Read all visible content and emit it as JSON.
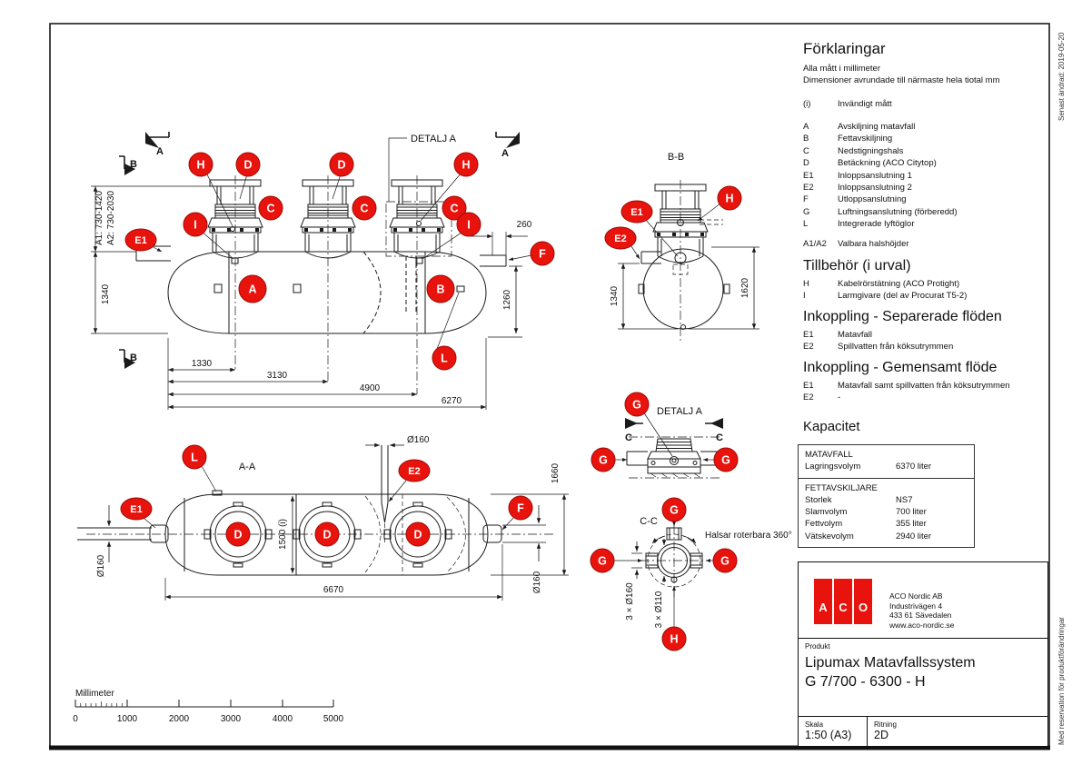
{
  "meta": {
    "accent_red": "#e8130c",
    "line_color": "#1a1a1a",
    "paper": "#ffffff"
  },
  "legend": {
    "title": "Förklaringar",
    "subtitle1": "Alla mått i millimeter",
    "subtitle2": "Dimensioner avrundade till närmaste hela tiotal mm",
    "items": [
      {
        "key": "(i)",
        "label": "Invändigt mått"
      },
      {
        "key": "A",
        "label": "Avskiljning matavfall"
      },
      {
        "key": "B",
        "label": "Fettavskiljning"
      },
      {
        "key": "C",
        "label": "Nedstigningshals"
      },
      {
        "key": "D",
        "label": "Betäckning (ACO Citytop)"
      },
      {
        "key": "E1",
        "label": "Inloppsanslutning 1"
      },
      {
        "key": "E2",
        "label": "Inloppsanslutning 2"
      },
      {
        "key": "F",
        "label": "Utloppsanslutning"
      },
      {
        "key": "G",
        "label": "Luftningsanslutning (förberedd)"
      },
      {
        "key": "L",
        "label": "Integrerade lyftöglor"
      },
      {
        "key": "A1/A2",
        "label": "Valbara halshöjder"
      }
    ]
  },
  "tillbehor": {
    "title": "Tillbehör (i urval)",
    "items": [
      {
        "key": "H",
        "label": "Kabelrörstätning (ACO Protight)"
      },
      {
        "key": "I",
        "label": "Larmgivare (del av Procurat T5-2)"
      }
    ]
  },
  "inkoppling_sep": {
    "title": "Inkoppling - Separerade flöden",
    "items": [
      {
        "key": "E1",
        "label": "Matavfall"
      },
      {
        "key": "E2",
        "label": "Spillvatten från köksutrymmen"
      }
    ]
  },
  "inkoppling_gem": {
    "title": "Inkoppling - Gemensamt flöde",
    "items": [
      {
        "key": "E1",
        "label": "Matavfall samt spillvatten från köksutrymmen"
      },
      {
        "key": "E2",
        "label": "-"
      }
    ]
  },
  "kapacitet": {
    "title": "Kapacitet",
    "matavfall_header": "MATAVFALL",
    "matavfall_rows": [
      {
        "label": "Lagringsvolym",
        "value": "6370 liter"
      }
    ],
    "fett_header": "FETTAVSKILJARE",
    "fett_rows": [
      {
        "label": "Storlek",
        "value": "NS7"
      },
      {
        "label": "Slamvolym",
        "value": "700 liter"
      },
      {
        "label": "Fettvolym",
        "value": "355 liter"
      },
      {
        "label": "Vätskevolym",
        "value": "2940 liter"
      }
    ]
  },
  "titleblock": {
    "logo_letters": [
      "A",
      "C",
      "O"
    ],
    "company": [
      "ACO Nordic AB",
      "Industrivägen 4",
      "433 61  Sävedalen",
      "www.aco-nordic.se"
    ],
    "produkt_label": "Produkt",
    "product_line1": "Lipumax Matavfallssystem",
    "product_line2": "G 7/700 - 6300 - H",
    "skala_label": "Skala",
    "skala_value": "1:50 (A3)",
    "ritning_label": "Ritning",
    "ritning_value": "2D"
  },
  "margins": {
    "top_right": "Senast ändrad: 2019-05-20",
    "bottom_right": "Med reservation för produktförändringar"
  },
  "scalebar": {
    "title": "Millimeter",
    "ticks": [
      "0",
      "1000",
      "2000",
      "3000",
      "4000",
      "5000"
    ]
  },
  "drawing": {
    "titles": {
      "detalj_a": "DETALJ A",
      "bb": "B-B",
      "aa": "A-A",
      "cc": "C-C",
      "halsar": "Halsar roterbara 360°"
    },
    "sections": {
      "a": "A",
      "b": "B",
      "c": "C"
    },
    "callouts": {
      "a": "A",
      "b": "B",
      "c": "C",
      "d": "D",
      "e1": "E1",
      "e2": "E2",
      "f": "F",
      "g": "G",
      "h": "H",
      "i": "I",
      "l": "L"
    },
    "dims": {
      "a1": "A1: 730-1420",
      "a2": "A2: 730-2030",
      "h1340": "1340",
      "len1330": "1330",
      "len3130": "3130",
      "len4900": "4900",
      "len6270": "6270",
      "len260": "260",
      "h1260": "1260",
      "bb1340": "1340",
      "bb1620": "1620",
      "dia160": "Ø160",
      "w1500i": "1500 (i)",
      "len6670": "6670",
      "h1660": "1660",
      "n160": "3 × Ø160",
      "n110": "3 × Ø110"
    }
  }
}
